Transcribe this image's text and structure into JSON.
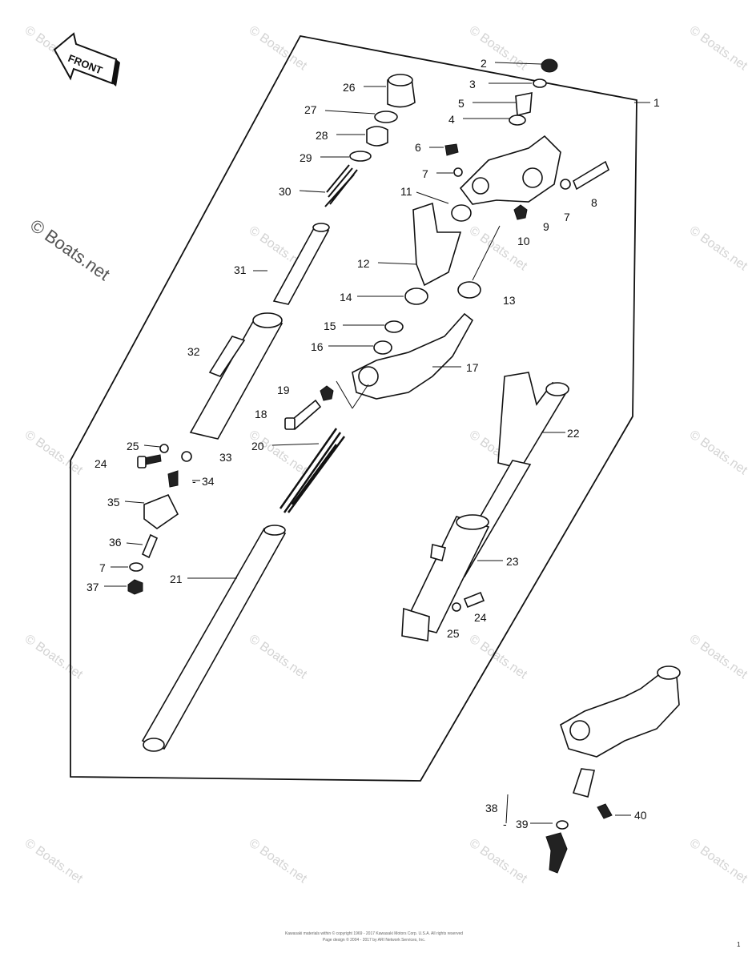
{
  "front_label": "FRONT",
  "watermarks": {
    "text": "© Boats.net",
    "prominent": "© Boats.net"
  },
  "copyright_lines": [
    "Kawasaki materials within © copyright 1969 - 2017 Kawasaki Motors Corp. U.S.A. All rights reserved",
    "Page design © 2004 - 2017 by ARI Network Services, Inc."
  ],
  "page_mark": "1",
  "callouts": {
    "c1": "1",
    "c2": "2",
    "c3": "3",
    "c4": "4",
    "c5": "5",
    "c6": "6",
    "c7a": "7",
    "c7b": "7",
    "c7c": "7",
    "c8": "8",
    "c9": "9",
    "c10": "10",
    "c11": "11",
    "c12": "12",
    "c13": "13",
    "c14": "14",
    "c15": "15",
    "c16": "16",
    "c17": "17",
    "c18": "18",
    "c19": "19",
    "c20": "20",
    "c21": "21",
    "c22": "22",
    "c23": "23",
    "c24a": "24",
    "c24b": "24",
    "c25a": "25",
    "c25b": "25",
    "c26": "26",
    "c27": "27",
    "c28": "28",
    "c29": "29",
    "c30": "30",
    "c31": "31",
    "c32": "32",
    "c33": "33",
    "c34": "34",
    "c35": "35",
    "c36": "36",
    "c37": "37",
    "c38": "38",
    "c39": "39",
    "c40": "40"
  }
}
